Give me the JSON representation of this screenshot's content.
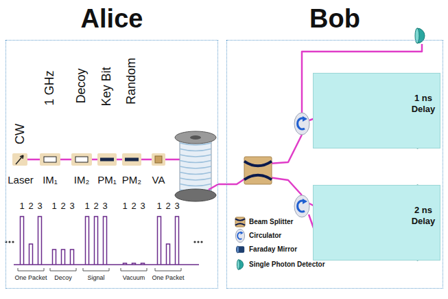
{
  "diagram": {
    "nodes": [
      {
        "text": [
          "Alice"
        ]
      },
      {
        "text": [
          "Bob"
        ]
      },
      {
        "text": [
          "1 ns Delay"
        ],
        "in": 1
      },
      {
        "text": [
          "2 ns Delay"
        ],
        "in": 1
      }
    ],
    "edges": [
      {
        "from": 0,
        "to": 1,
        "arrow": "none"
      }
    ],
    "labels": [
      "CW",
      "1 GHz",
      "Decoy",
      "Key Bit",
      "Random",
      "Laser",
      "IM₁",
      "IM₂",
      "PM₁",
      "PM₂",
      "VA",
      "1",
      "2",
      "3",
      "1",
      "2",
      "3",
      "1",
      "2",
      "3",
      "1",
      "2",
      "3",
      "1",
      "2",
      "3",
      "One Packet",
      "Decoy",
      "Signal",
      "Vacuum",
      "One Packet"
    ],
    "legend": [
      {
        "text": "Beam Splitter"
      },
      {
        "text": "Circulator"
      },
      {
        "text": "Faraday Mirror"
      },
      {
        "text": "Single Photon Detector"
      }
    ]
  }
}
